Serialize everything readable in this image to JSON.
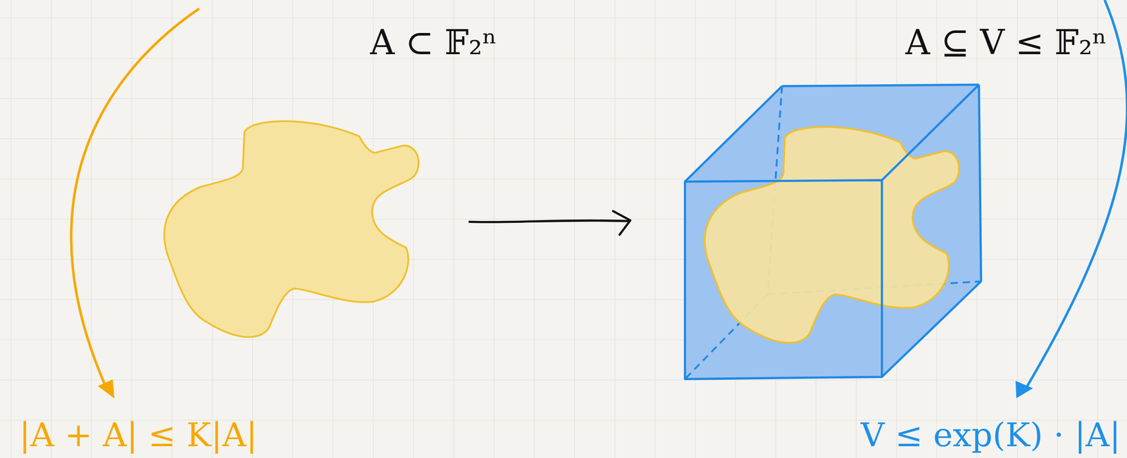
{
  "diagram": {
    "labels": [
      "A ⊂ 𝔽₂ⁿ",
      "A ⊆ V ≤ 𝔽₂ⁿ",
      "|A + A| ≤ K|A|",
      "V ≤ exp(K) · |A|"
    ]
  }
}
